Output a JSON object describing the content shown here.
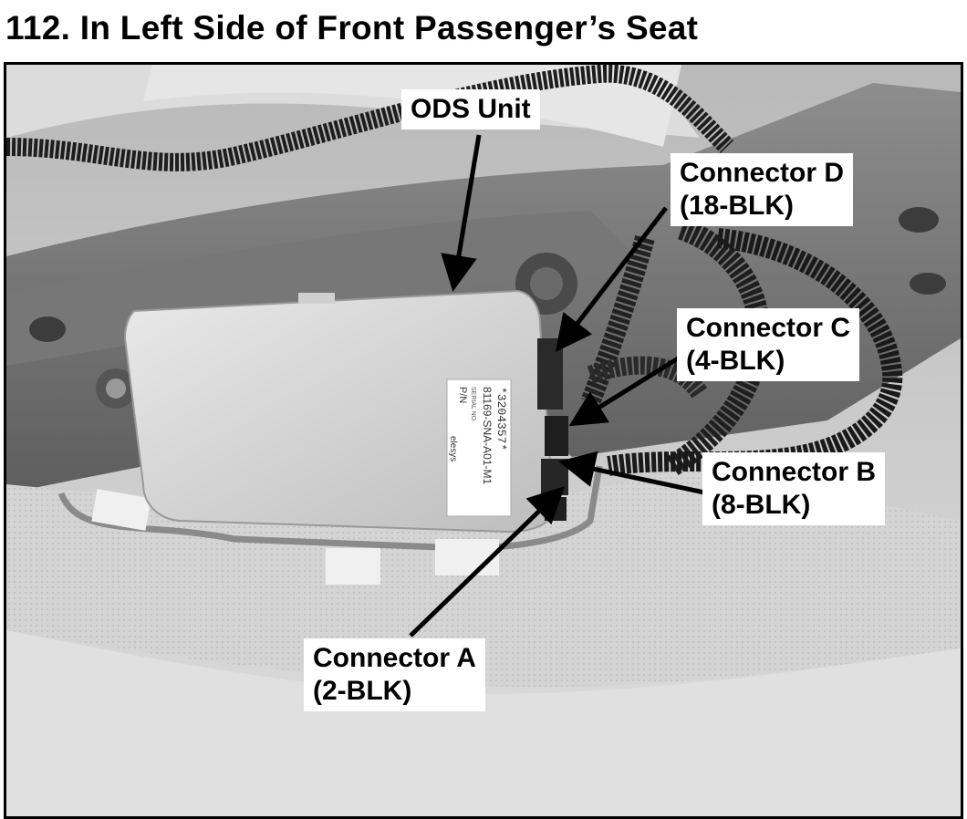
{
  "title": "112. In Left Side of Front Passenger’s Seat",
  "callouts": {
    "ods_unit": {
      "line1": "ODS Unit"
    },
    "connector_d": {
      "line1": "Connector D",
      "line2": "(18-BLK)"
    },
    "connector_c": {
      "line1": "Connector C",
      "line2": "(4-BLK)"
    },
    "connector_b": {
      "line1": "Connector B",
      "line2": "(8-BLK)"
    },
    "connector_a": {
      "line1": "Connector A",
      "line2": "(2-BLK)"
    }
  },
  "unit_label": {
    "pn": "P/N",
    "part_number": "81169-SNA-A01-M1",
    "serial_caption": "SERIAL NO.",
    "serial": "*3204357*",
    "brand": "elesys"
  },
  "colors": {
    "photo_gray": "#cfcfcf",
    "callout_bg": "#ffffff",
    "text": "#000000"
  }
}
